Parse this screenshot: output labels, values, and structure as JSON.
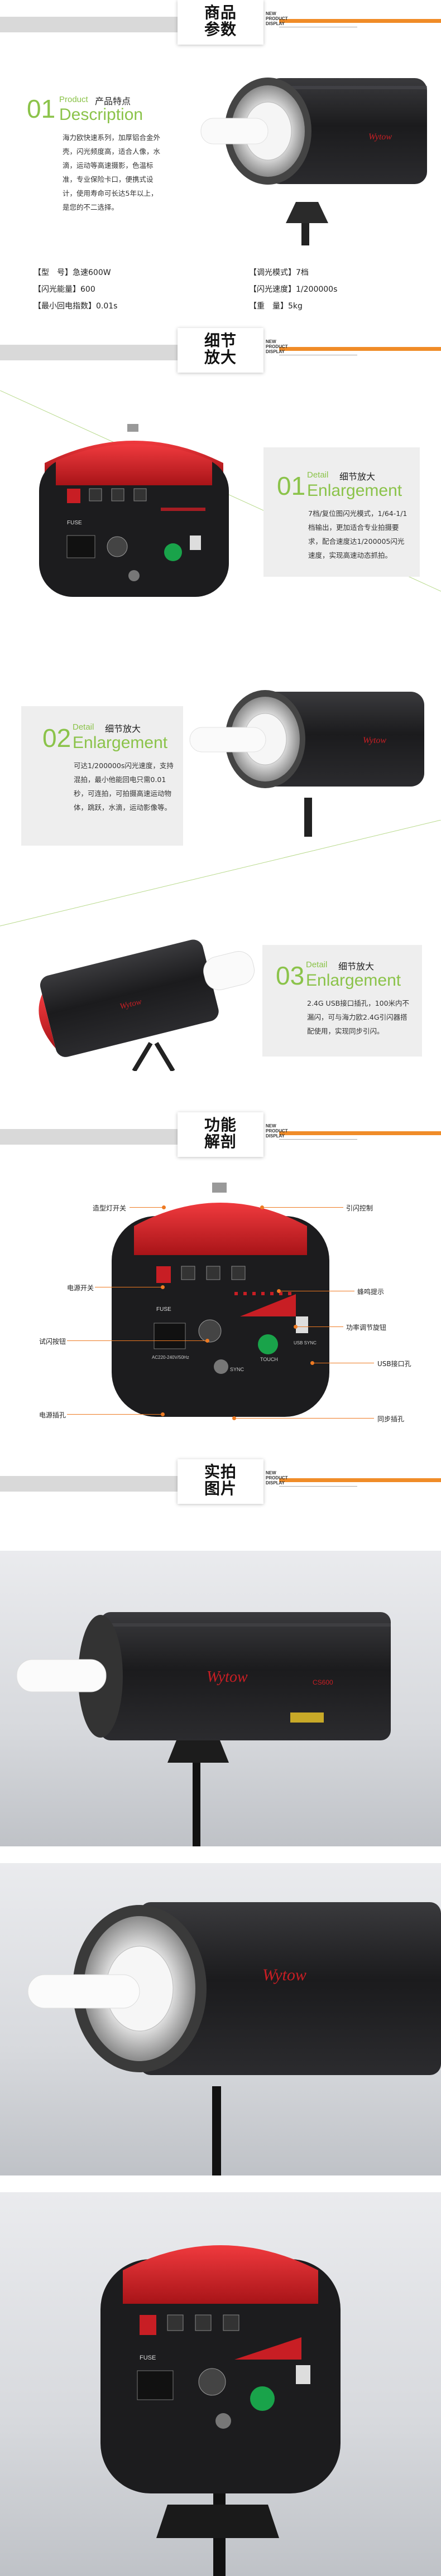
{
  "sections": {
    "params": {
      "title_line1": "商品",
      "title_line2": "参数",
      "newp_1": "NEW",
      "newp_2": "PRODUCT",
      "newp_3": "DISPLAY"
    },
    "details": {
      "title_line1": "细节",
      "title_line2": "放大",
      "newp_1": "NEW",
      "newp_2": "PRODUCT",
      "newp_3": "DISPLAY"
    },
    "function": {
      "title_line1": "功能",
      "title_line2": "解剖",
      "newp_1": "NEW",
      "newp_2": "PRODUCT",
      "newp_3": "DISPLAY"
    },
    "photos": {
      "title_line1": "实拍",
      "title_line2": "图片",
      "newp_1": "NEW",
      "newp_2": "PRODUCT",
      "newp_3": "DISPLAY"
    }
  },
  "description": {
    "num": "01",
    "small_en": "Product",
    "cn": "产品特点",
    "big_en": "Description",
    "text": "海力欧快速系列，加厚铝合金外壳，闪光频度高，适合人像，水滴，运动等高速摄影，色温标准，专业保险卡口，便携式设计，使用寿命可长达5年以上，是您的不二选择。"
  },
  "specs": [
    {
      "label": "【型　号】",
      "value": "急速600W"
    },
    {
      "label": "【调光模式】",
      "value": "7档"
    },
    {
      "label": "【闪光能量】",
      "value": "600"
    },
    {
      "label": "【闪光速度】",
      "value": "1/200000s"
    },
    {
      "label": "【最小回电指数】",
      "value": "0.01s"
    },
    {
      "label": "【重　量】",
      "value": "5kg"
    }
  ],
  "details": [
    {
      "num": "01",
      "small_en": "Detail",
      "cn": "细节放大",
      "big_en": "Enlargement",
      "text": "7档/复位图闪光模式，1/64-1/1档输出，更加适合专业拍摄要求，配合速度达1/200005闪光速度，实现高速动态抓拍。"
    },
    {
      "num": "02",
      "small_en": "Detail",
      "cn": "细节放大",
      "big_en": "Enlargement",
      "text": "可达1/200000s闪光速度，支持混拍，最小他能回电只需0.01秒，可连拍，可拍摄高速运动物体，跳跃，水滴，运动影像等。"
    },
    {
      "num": "03",
      "small_en": "Detail",
      "cn": "细节放大",
      "big_en": "Enlargement",
      "text": "2.4G USB接口插孔，100米内不漏闪，可与海力欧2.4G引闪器搭配使用，实现同步引闪。"
    }
  ],
  "function_labels": [
    {
      "text": "造型灯开关"
    },
    {
      "text": "电源开关"
    },
    {
      "text": "试闪按钮"
    },
    {
      "text": "电源插孔"
    },
    {
      "text": "引闪控制"
    },
    {
      "text": "蜂鸣提示"
    },
    {
      "text": "功率调节旋钮"
    },
    {
      "text": "USB接口孔"
    },
    {
      "text": "同步插孔"
    }
  ],
  "panel": {
    "fuse": "FUSE",
    "ac": "AC220-240V/50Hz",
    "sync": "SYNC",
    "touch": "TOUCH",
    "usb": "USB SYNC"
  },
  "brand": {
    "logo": "Wytow",
    "model": "CS600"
  },
  "colors": {
    "accent_orange": "#f08c28",
    "accent_green": "#8bc34a",
    "body_red": "#d8202a",
    "body_dark": "#1d1d1f"
  }
}
